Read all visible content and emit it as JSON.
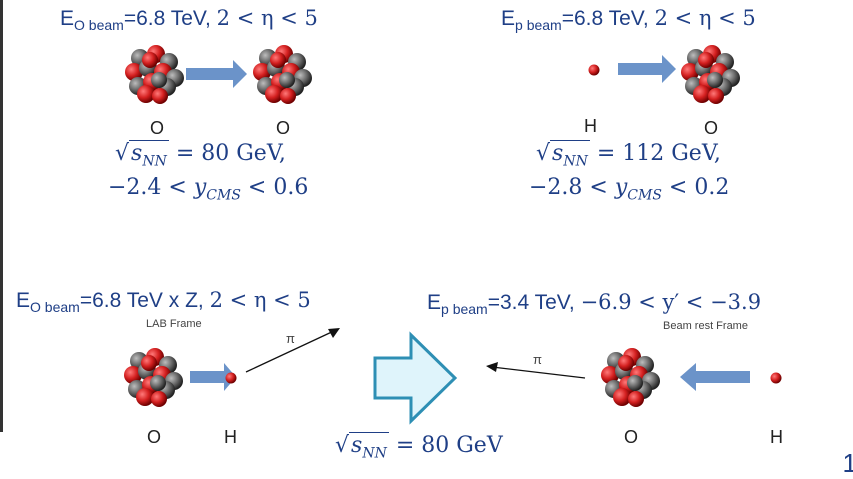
{
  "panels": {
    "top_left": {
      "beam_prefix": "E",
      "beam_sub": "O beam",
      "beam_value": "=6.8 TeV, ",
      "eta_range": "2 < η < 5",
      "particle_a": "O",
      "particle_b": "O",
      "sqrt_label": "s",
      "sqrt_sub": "NN",
      "energy": " = 80 GeV,",
      "y_lo": "−2.4 < ",
      "y_var": "y",
      "y_sub": "CMS",
      "y_hi": " < 0.6"
    },
    "top_right": {
      "beam_prefix": "E",
      "beam_sub": "p beam",
      "beam_value": "=6.8 TeV, ",
      "eta_range": "2 < η < 5",
      "particle_a": "H",
      "particle_b": "O",
      "sqrt_label": "s",
      "sqrt_sub": "NN",
      "energy": " = 112 GeV,",
      "y_lo": "−2.8 < ",
      "y_var": "y",
      "y_sub": "CMS",
      "y_hi": " < 0.2"
    },
    "bottom_left": {
      "beam_prefix": "E",
      "beam_sub": "O beam",
      "beam_value": "=6.8 TeV x Z, ",
      "eta_range": "2 < η < 5",
      "frame": "LAB Frame",
      "pion": "π",
      "particle_a": "O",
      "particle_b": "H"
    },
    "bottom_right": {
      "beam_prefix": "E",
      "beam_sub": "p beam",
      "beam_value": "=3.4 TeV, ",
      "y_range": "−6.9 < y′ < −3.9",
      "frame": "Beam rest Frame",
      "pion": "π",
      "particle_a": "O",
      "particle_b": "H"
    },
    "bottom_center": {
      "sqrt_label": "s",
      "sqrt_sub": "NN",
      "energy": " = 80 GeV"
    }
  },
  "page_number": "1",
  "colors": {
    "text_blue": "#1f3f86",
    "arrow_blue": "#6b93c9",
    "big_arrow_fill": "#dff4fb",
    "big_arrow_stroke": "#2e8fb4",
    "nucleus_red": "#d42020",
    "nucleus_gray": "#6a6a6a"
  }
}
